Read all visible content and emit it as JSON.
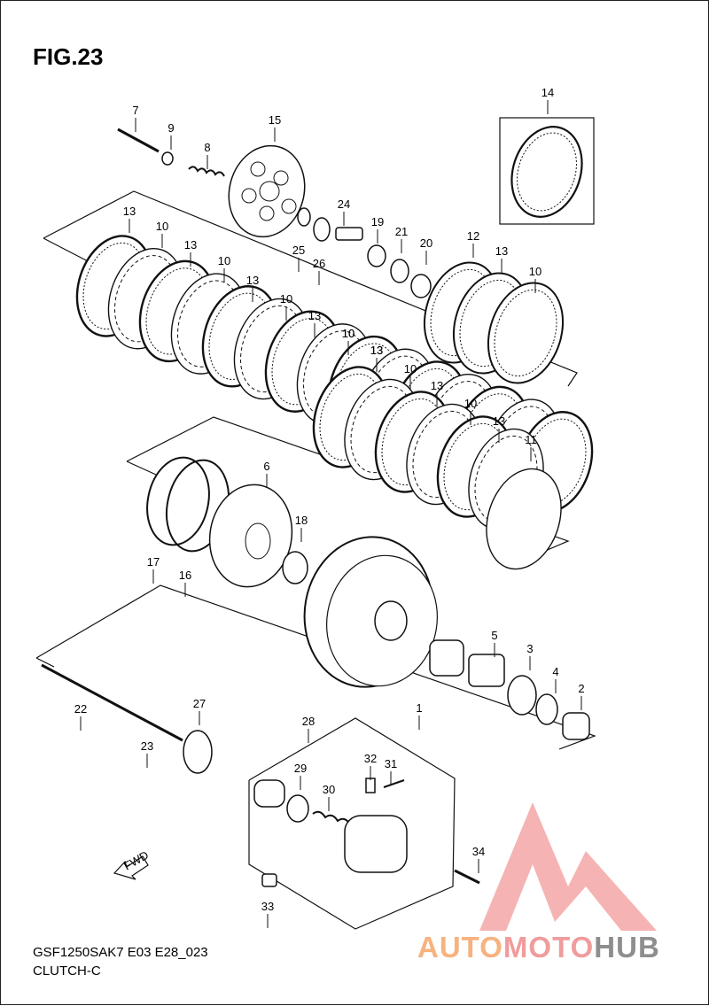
{
  "figure": {
    "title": "FIG.23"
  },
  "footer": {
    "code": "GSF1250SAK7 E03 E28_023",
    "name": "CLUTCH-C"
  },
  "fwd_label": "FWD",
  "watermark": {
    "part1": "AUTO",
    "part2": "MOTO",
    "part3": "HUB",
    "color_auto": "#F7B27F",
    "color_moto": "#F09C9C",
    "color_hub": "#8E8E8E",
    "logo_color": "#F4A6A6"
  },
  "callouts": [
    "1",
    "2",
    "3",
    "4",
    "5",
    "6",
    "7",
    "8",
    "9",
    "10",
    "10",
    "10",
    "10",
    "10",
    "10",
    "10",
    "10",
    "11",
    "12",
    "13",
    "13",
    "13",
    "13",
    "13",
    "13",
    "13",
    "13",
    "13",
    "14",
    "15",
    "16",
    "17",
    "18",
    "19",
    "20",
    "21",
    "22",
    "23",
    "24",
    "25",
    "26",
    "27",
    "28",
    "29",
    "30",
    "31",
    "32",
    "33",
    "34"
  ]
}
